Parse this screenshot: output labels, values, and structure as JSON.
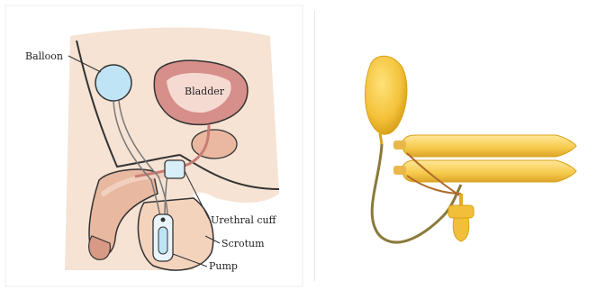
{
  "diagram": {
    "labels": {
      "balloon": "Balloon",
      "bladder": "Bladder",
      "urethral_cuff": "Urethral cuff",
      "scrotum": "Scrotum",
      "pump": "Pump"
    }
  },
  "colors": {
    "skin": "#f4d9c6",
    "skin_dark": "#e8b8a0",
    "bladder": "#d68f8a",
    "balloon": "#bfe4f5",
    "device_yellow": "#f5c43a",
    "outline": "#333333"
  }
}
